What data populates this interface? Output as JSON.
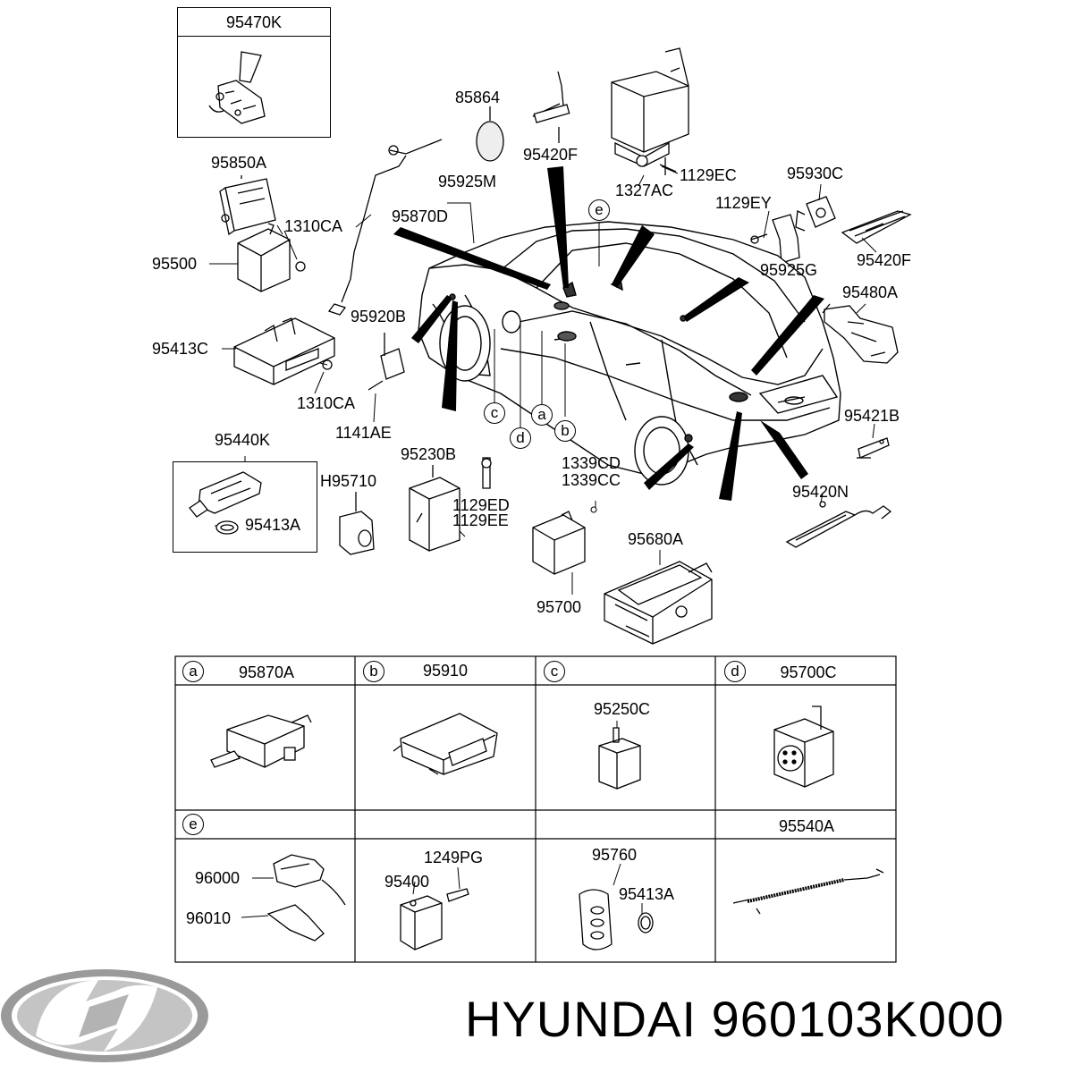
{
  "brand": {
    "name": "HYUNDAI",
    "part_number": "960103K000",
    "logo": "hyundai-logo"
  },
  "callouts": {
    "p95470K": "95470K",
    "p85864": "85864",
    "p95420F_top": "95420F",
    "p95850A": "95850A",
    "p95925M": "95925M",
    "p1129EC": "1129EC",
    "p95930C": "95930C",
    "p1327AC": "1327AC",
    "p1129EY": "1129EY",
    "p95870D": "95870D",
    "p1310CA_top": "1310CA",
    "p95500": "95500",
    "p95925G": "95925G",
    "p95420F_right": "95420F",
    "p95480A": "95480A",
    "p95920B": "95920B",
    "p95413C": "95413C",
    "p1310CA_bot": "1310CA",
    "p1141AE": "1141AE",
    "p95421B": "95421B",
    "p95440K": "95440K",
    "p95230B": "95230B",
    "p1339CD": "1339CD",
    "p1339CC": "1339CC",
    "pH95710": "H95710",
    "p1129ED": "1129ED",
    "p1129EE": "1129EE",
    "p95413A_left": "95413A",
    "p95420N": "95420N",
    "p95680A": "95680A",
    "p95700": "95700"
  },
  "car_refs": {
    "a": "a",
    "b": "b",
    "c": "c",
    "d": "d",
    "e": "e"
  },
  "table": {
    "row1": [
      {
        "ref": "a",
        "part": "95870A"
      },
      {
        "ref": "b",
        "part": "95910"
      },
      {
        "ref": "c",
        "part": "",
        "sub": "95250C"
      },
      {
        "ref": "d",
        "part": "95700C"
      }
    ],
    "row2": [
      {
        "ref": "e",
        "part": "",
        "subs": [
          "96000",
          "96010"
        ]
      },
      {
        "ref": "",
        "part": "",
        "subs": [
          "1249PG",
          "95400"
        ]
      },
      {
        "ref": "",
        "part": "",
        "subs": [
          "95760",
          "95413A"
        ]
      },
      {
        "ref": "",
        "part": "95540A"
      }
    ]
  }
}
